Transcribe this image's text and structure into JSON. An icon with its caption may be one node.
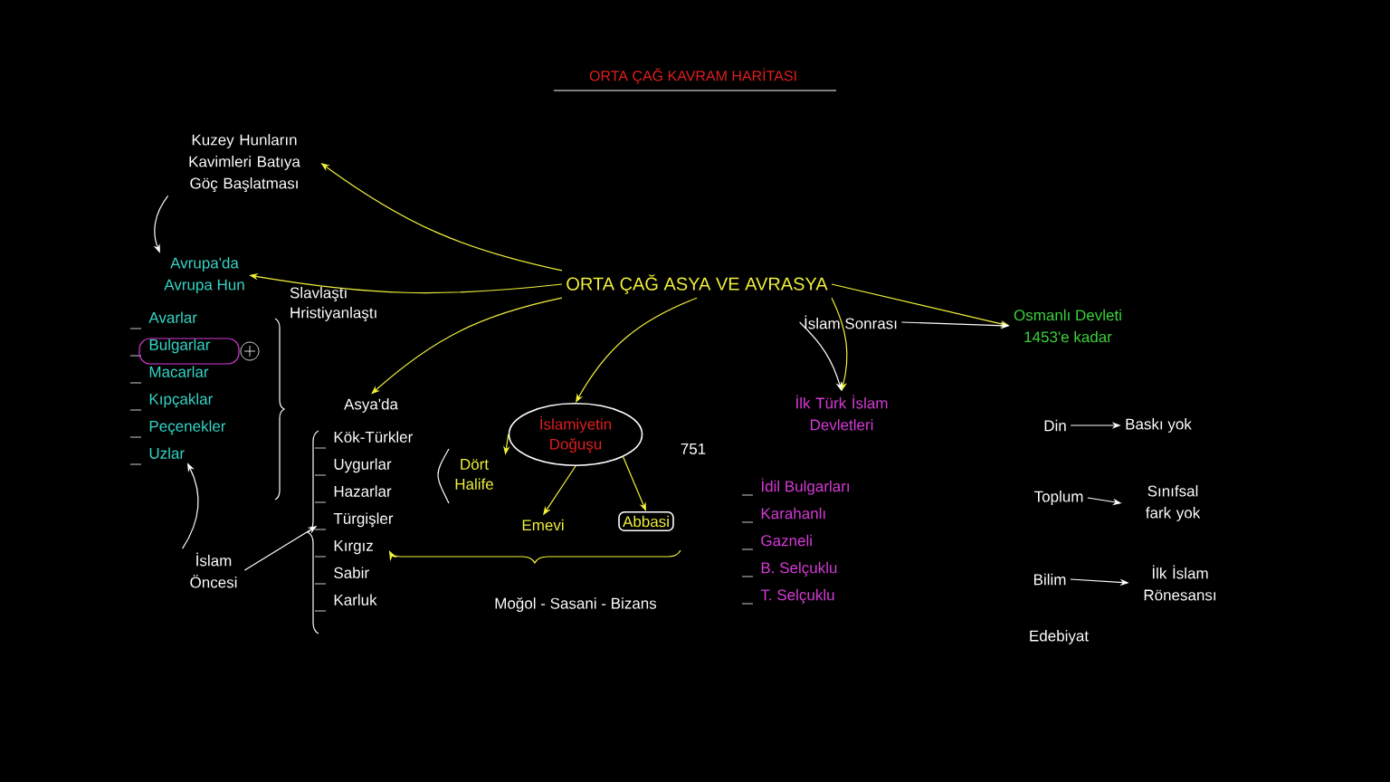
{
  "diagram": {
    "title": "ORTA ÇAĞ KAVRAM HARİTASI",
    "nodes": [
      {
        "text": [
          "ORTA ÇAĞ ASYA VE AVRASYA"
        ]
      },
      {
        "text": [
          "Kuzey Hunların Kavimleri Batıya Göç Başlatması"
        ]
      },
      {
        "text": [
          "Avrupa'da",
          "Avrupa Hun"
        ]
      },
      {
        "text": [
          "Avarlar",
          "Bulgarlar",
          "Macarlar",
          "Kıpçaklar",
          "Peçenekler",
          "Uzlar"
        ]
      },
      {
        "text": [
          "Asya'da"
        ]
      },
      {
        "text": [
          "Kök-Türkler",
          "Uygurlar",
          "Hazarlar",
          "Türgişler",
          "Kırgız",
          "Sabir",
          "Karluk"
        ]
      },
      {
        "text": [
          "İslamiyetin Doğuşu"
        ]
      },
      {
        "text": [
          "Dört Halife"
        ]
      },
      {
        "text": [
          "Emevi"
        ]
      },
      {
        "text": [
          "Abbasi"
        ]
      },
      {
        "text": [
          "İslam Öncesi"
        ]
      },
      {
        "text": [
          "İslam Sonrası"
        ]
      },
      {
        "text": [
          "İlk Türk İslam Devletleri"
        ]
      },
      {
        "text": [
          "İdil Bulgarları",
          "Karahanlı",
          "Gazneli",
          "B. Selçuklu",
          "T. Selçuklu"
        ]
      },
      {
        "text": [
          "Osmanlı Devleti",
          "1453'e kadar"
        ]
      },
      {
        "text": [
          "Din"
        ]
      },
      {
        "text": [
          "Baskı yok"
        ]
      },
      {
        "text": [
          "Toplum"
        ]
      },
      {
        "text": [
          "Sınıfsal fark yok"
        ]
      },
      {
        "text": [
          "Bilim"
        ]
      },
      {
        "text": [
          "İlk İslam Rönesansı"
        ]
      }
    ],
    "edges": [
      {
        "from": 0,
        "to": 1,
        "arrow": "to"
      },
      {
        "from": 0,
        "to": 2,
        "arrow": "to"
      },
      {
        "from": 0,
        "to": 4,
        "arrow": "to"
      },
      {
        "from": 0,
        "to": 6,
        "arrow": "to"
      },
      {
        "from": 0,
        "to": 12,
        "arrow": "to"
      },
      {
        "from": 0,
        "to": 14,
        "arrow": "to"
      },
      {
        "from": 1,
        "to": 2,
        "arrow": "to",
        "color": "#ffffff"
      },
      {
        "from": 6,
        "to": 7,
        "arrow": "to"
      },
      {
        "from": 6,
        "to": 8,
        "arrow": "to"
      },
      {
        "from": 6,
        "to": 9,
        "arrow": "to"
      },
      {
        "from": 10,
        "to": 3,
        "arrow": "to",
        "color": "#ffffff"
      },
      {
        "from": 10,
        "to": 5,
        "arrow": "to",
        "color": "#ffffff"
      },
      {
        "from": 11,
        "to": 12,
        "arrow": "to",
        "color": "#ffffff"
      },
      {
        "from": 11,
        "to": 14,
        "arrow": "to",
        "color": "#ffffff"
      },
      {
        "from": 15,
        "to": 16,
        "arrow": "to",
        "color": "#ffffff"
      },
      {
        "from": 17,
        "to": 18,
        "arrow": "to",
        "color": "#ffffff"
      },
      {
        "from": 19,
        "to": 20,
        "arrow": "to",
        "color": "#ffffff"
      }
    ],
    "labels": [
      "Slavlaştı Hristiyanlaştı",
      "751",
      "Moğol - Sasani - Bizans",
      "Edebiyat"
    ]
  }
}
